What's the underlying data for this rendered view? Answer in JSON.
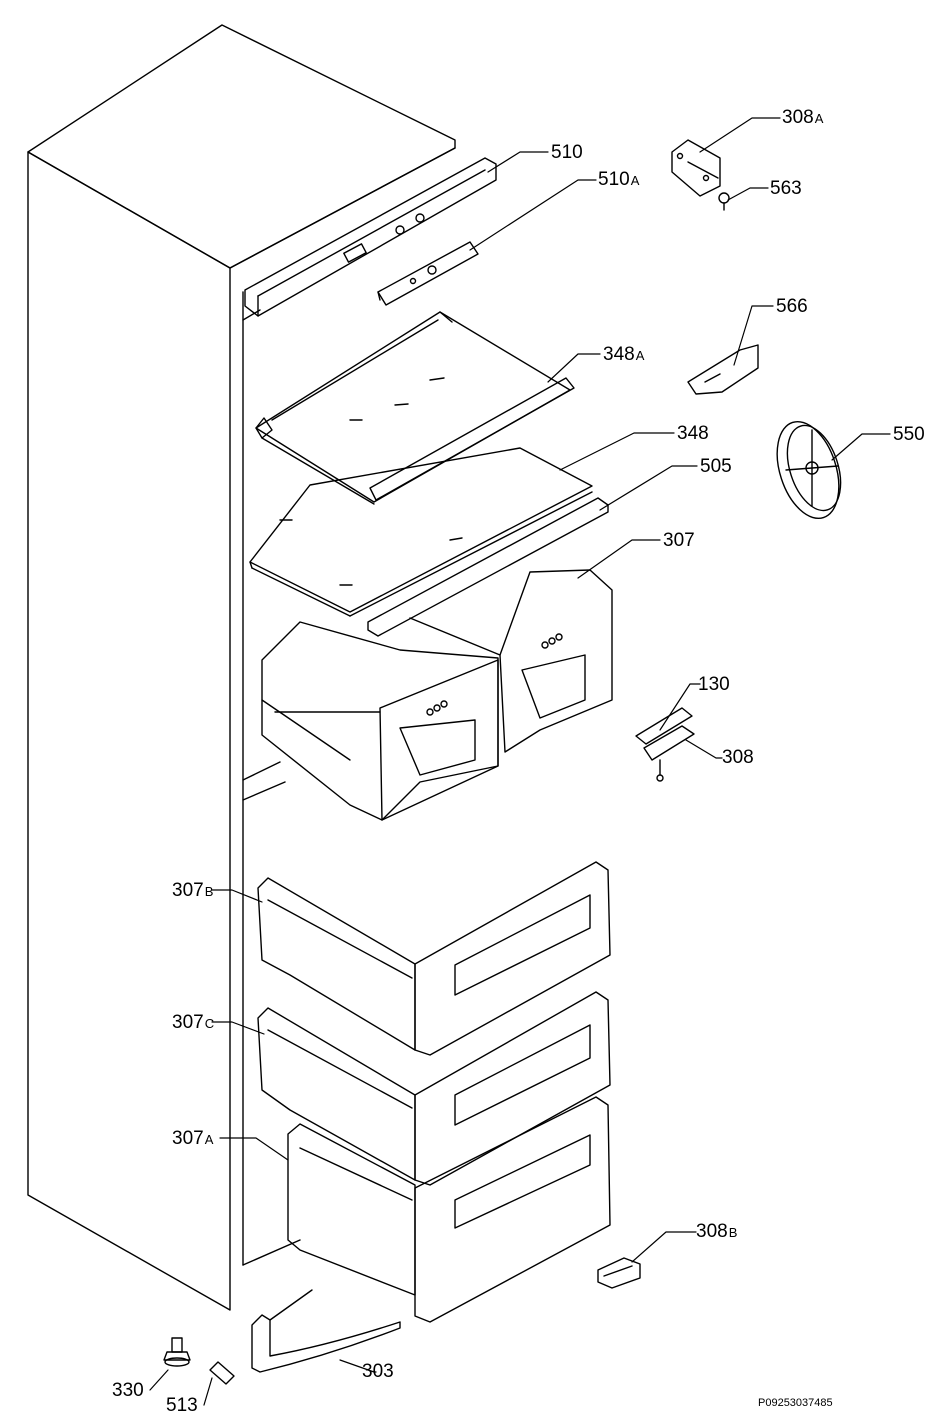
{
  "labels": {
    "l308a": {
      "num": "308",
      "sfx": "A"
    },
    "l510": {
      "num": "510",
      "sfx": ""
    },
    "l510a": {
      "num": "510",
      "sfx": "A"
    },
    "l563": {
      "num": "563",
      "sfx": ""
    },
    "l566": {
      "num": "566",
      "sfx": ""
    },
    "l348a": {
      "num": "348",
      "sfx": "A"
    },
    "l550": {
      "num": "550",
      "sfx": ""
    },
    "l348": {
      "num": "348",
      "sfx": ""
    },
    "l505": {
      "num": "505",
      "sfx": ""
    },
    "l307": {
      "num": "307",
      "sfx": ""
    },
    "l130": {
      "num": "130",
      "sfx": ""
    },
    "l308": {
      "num": "308",
      "sfx": ""
    },
    "l307b": {
      "num": "307",
      "sfx": "B"
    },
    "l307c": {
      "num": "307",
      "sfx": "C"
    },
    "l307a": {
      "num": "307",
      "sfx": "A"
    },
    "l308b": {
      "num": "308",
      "sfx": "B"
    },
    "l303": {
      "num": "303",
      "sfx": ""
    },
    "l330": {
      "num": "330",
      "sfx": ""
    },
    "l513": {
      "num": "513",
      "sfx": ""
    }
  },
  "drawing_code": "P09253037485"
}
